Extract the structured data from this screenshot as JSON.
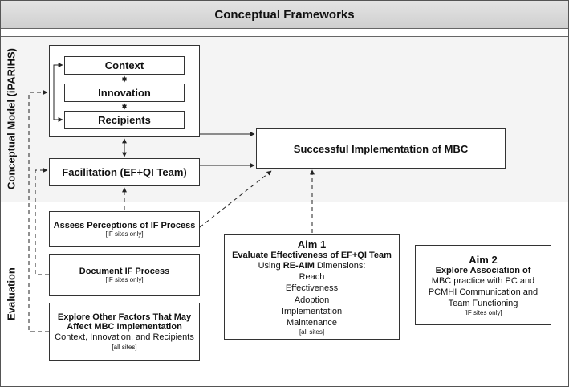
{
  "header": {
    "title": "Conceptual Frameworks"
  },
  "sections": {
    "conceptual_model": "Conceptual Model (iPARIHS)",
    "evaluation": "Evaluation"
  },
  "model": {
    "context": "Context",
    "innovation": "Innovation",
    "recipients": "Recipients",
    "facilitation": "Facilitation (EF+QI Team)",
    "outcome": "Successful Implementation of MBC"
  },
  "evaluation": {
    "assess": {
      "title": "Assess Perceptions of IF Process",
      "note": "[IF sites only]"
    },
    "document": {
      "title": "Document IF Process",
      "note": "[IF sites only]"
    },
    "explore": {
      "title_line1": "Explore Other Factors That May",
      "title_line2": "Affect MBC Implementation",
      "sub": "Context, Innovation, and Recipients",
      "note": "[all sites]"
    }
  },
  "aim1": {
    "title": "Aim 1",
    "subtitle": "Evaluate Effectiveness of EF+QI Team",
    "using_prefix": "Using ",
    "using_bold": "RE-AIM",
    "using_suffix": " Dimensions:",
    "dimensions": [
      "Reach",
      "Effectiveness",
      "Adoption",
      "Implementation",
      "Maintenance"
    ],
    "note": "[all sites]"
  },
  "aim2": {
    "title": "Aim 2",
    "subtitle": "Explore Association of",
    "line1": "MBC practice with PC and",
    "line2": "PCMHI Communication and",
    "line3": "Team Functioning",
    "note": "[IF sites only]"
  }
}
